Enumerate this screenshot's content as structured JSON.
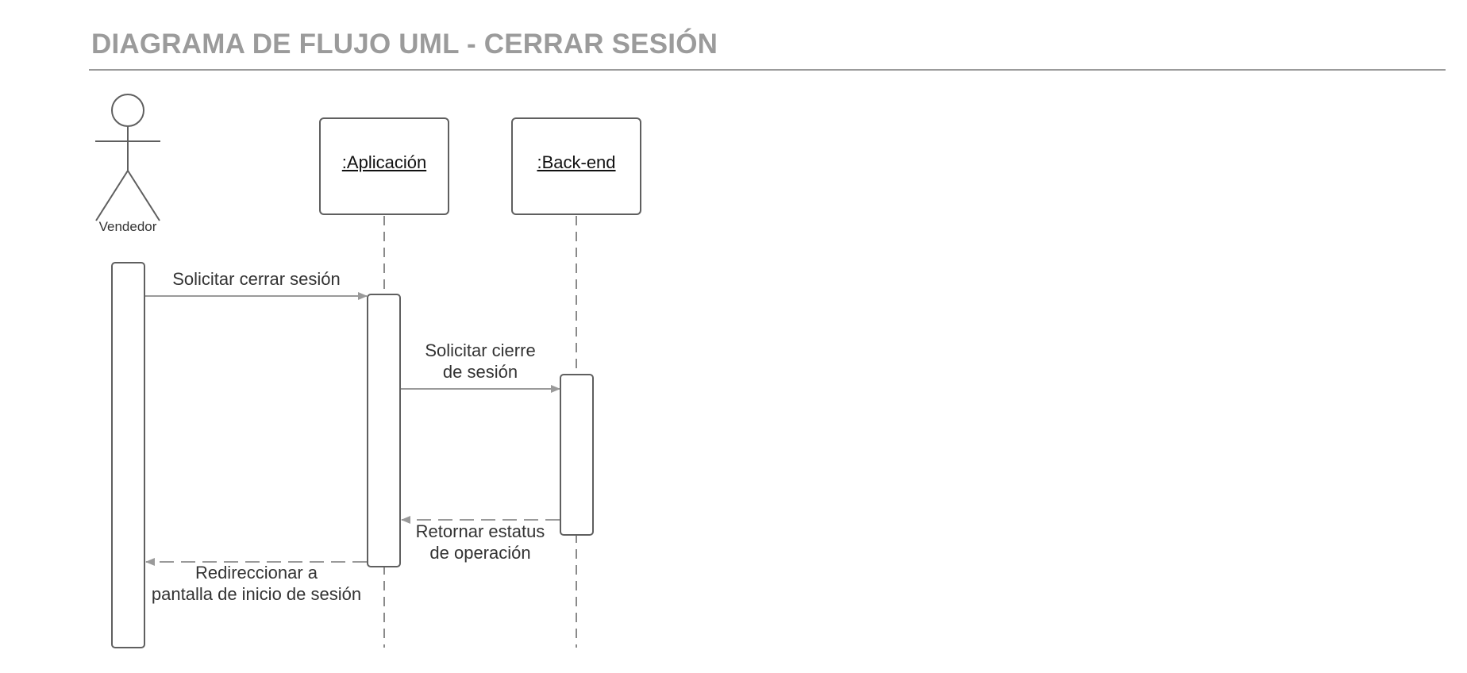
{
  "title": "DIAGRAMA DE FLUJO UML - CERRAR SESIÓN",
  "colors": {
    "title": "#9b9b9b",
    "shape_stroke": "#5f5f5f",
    "arrow": "#9a9a9a",
    "text": "#333333"
  },
  "participants": {
    "actor": {
      "label": "Vendedor"
    },
    "application": {
      "label": ":Aplicación"
    },
    "backend": {
      "label": ":Back-end"
    }
  },
  "messages": [
    {
      "from": "Vendedor",
      "to": ":Aplicación",
      "kind": "call",
      "lines": [
        "Solicitar cerrar sesión"
      ]
    },
    {
      "from": ":Aplicación",
      "to": ":Back-end",
      "kind": "call",
      "lines": [
        "Solicitar cierre",
        "de sesión"
      ]
    },
    {
      "from": ":Back-end",
      "to": ":Aplicación",
      "kind": "return",
      "lines": [
        "Retornar estatus",
        "de operación"
      ]
    },
    {
      "from": ":Aplicación",
      "to": "Vendedor",
      "kind": "return",
      "lines": [
        "Redireccionar a",
        "pantalla de inicio de sesión"
      ]
    }
  ]
}
